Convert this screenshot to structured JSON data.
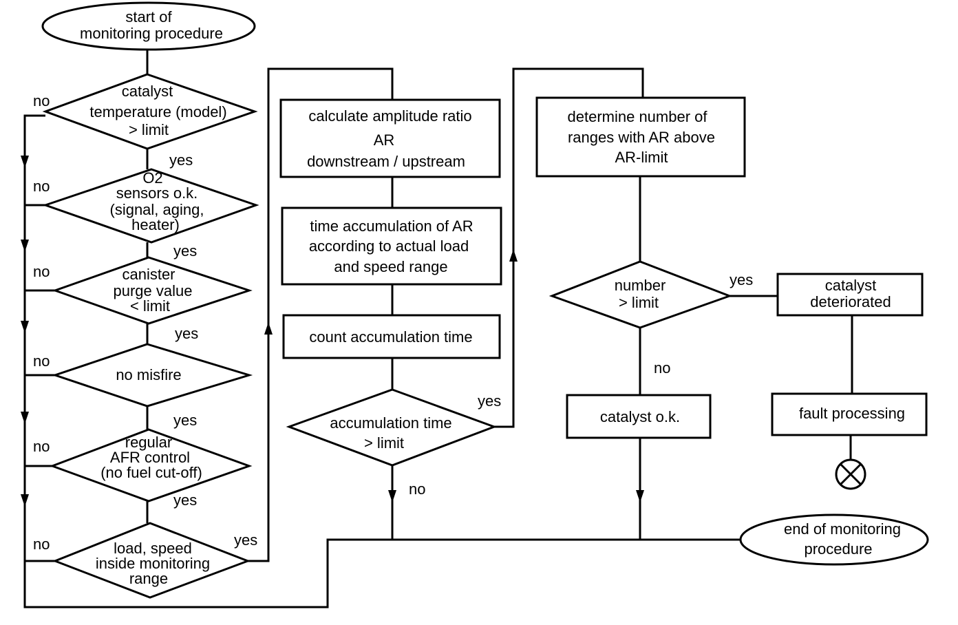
{
  "nodes": {
    "start": [
      "start of",
      "monitoring procedure"
    ],
    "catalyst_temp": [
      "catalyst",
      "temperature (model)",
      "> limit"
    ],
    "o2_sensors": [
      "O2",
      "sensors o.k.",
      "(signal, aging,",
      "heater)"
    ],
    "canister": [
      "canister",
      "purge value",
      "< limit"
    ],
    "misfire": [
      "no misfire"
    ],
    "afr": [
      "regular",
      "AFR control",
      "(no fuel cut-off)"
    ],
    "load_speed": [
      "load, speed",
      "inside monitoring",
      "range"
    ],
    "calc_ar": [
      "calculate amplitude ratio",
      "AR",
      "downstream / upstream"
    ],
    "time_accum": [
      "time accumulation of AR",
      "according to actual load",
      "and speed range"
    ],
    "count_time": [
      "count accumulation time"
    ],
    "accum_limit": [
      "accumulation time",
      "> limit"
    ],
    "determine": [
      "determine number of",
      "ranges with AR above",
      "AR-limit"
    ],
    "number_limit": [
      "number",
      "> limit"
    ],
    "cat_deteriorated": [
      "catalyst",
      "deteriorated"
    ],
    "cat_ok": [
      "catalyst o.k."
    ],
    "fault": [
      "fault processing"
    ],
    "end": [
      "end of monitoring",
      "procedure"
    ]
  },
  "labels": {
    "no": "no",
    "yes": "yes"
  }
}
